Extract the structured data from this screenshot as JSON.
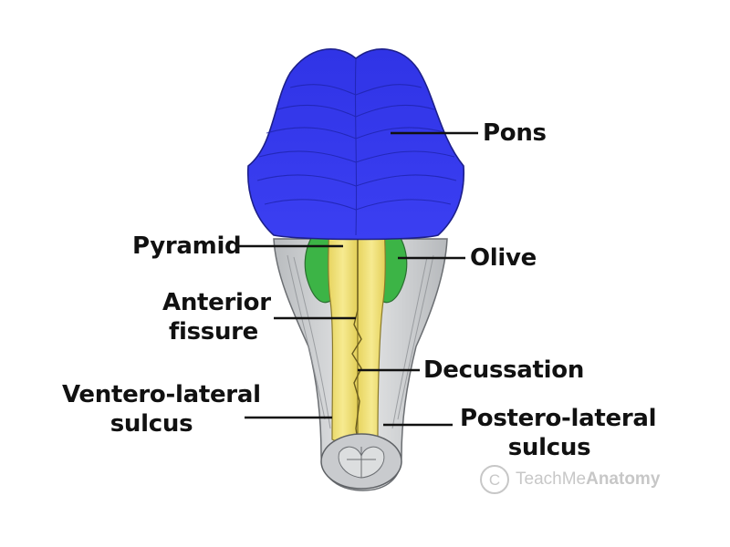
{
  "labels": {
    "pons": "Pons",
    "pyramid": "Pyramid",
    "olive": "Olive",
    "anterior_fissure": [
      "Anterior",
      "fissure"
    ],
    "decussation": "Decussation",
    "ventero_lateral_sulcus": [
      "Ventero-lateral",
      "sulcus"
    ],
    "postero_lateral_sulcus": [
      "Postero-lateral",
      "sulcus"
    ]
  },
  "watermark": {
    "symbol": "C",
    "text_prefix": "TeachMe",
    "text_bold": "Anatomy"
  },
  "colors": {
    "pons": "#3a3cf0",
    "pyramid": "#f2e27a",
    "olive": "#3cb446",
    "medulla": "#d4d6d8",
    "leader_line": "#111111"
  }
}
